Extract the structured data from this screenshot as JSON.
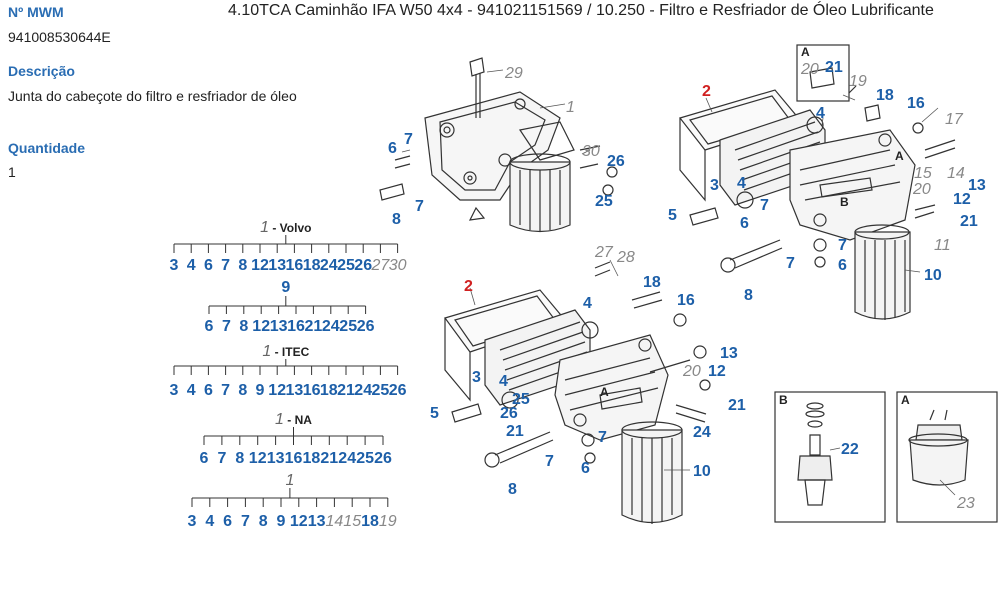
{
  "header": {
    "title": "4.10TCA Caminhão IFA W50 4x4 - 941021151569  /  10.250 - Filtro e Resfriador de Óleo Lubrificante"
  },
  "info": {
    "mwm_label": "Nº MWM",
    "mwm_value": "941008530644E",
    "desc_label": "Descrição",
    "desc_value": "Junta do cabeçote do filtro e resfriador de óleo",
    "qty_label": "Quantidade",
    "qty_value": "1"
  },
  "trees": [
    {
      "num": "1",
      "name": "Volvo",
      "sep": " - ",
      "children": [
        "3",
        "4",
        "6",
        "7",
        "8",
        "12",
        "13",
        "16",
        "18",
        "24",
        "25",
        "26",
        "27",
        "30"
      ],
      "grey": [
        "27",
        "30"
      ],
      "sub": {
        "num": "9",
        "children": [
          "6",
          "7",
          "8",
          "12",
          "13",
          "16",
          "21",
          "24",
          "25",
          "26"
        ]
      }
    },
    {
      "num": "1",
      "name": "ITEC",
      "sep": " - ",
      "children": [
        "3",
        "4",
        "6",
        "7",
        "8",
        "9",
        "12",
        "13",
        "16",
        "18",
        "21",
        "24",
        "25",
        "26"
      ],
      "grey": []
    },
    {
      "num": "1",
      "name": "NA",
      "sep": " - ",
      "children": [
        "6",
        "7",
        "8",
        "12",
        "13",
        "16",
        "18",
        "21",
        "24",
        "25",
        "26"
      ],
      "grey": []
    },
    {
      "num": "1",
      "name": "",
      "sep": "",
      "children": [
        "3",
        "4",
        "6",
        "7",
        "8",
        "9",
        "12",
        "13",
        "14",
        "15",
        "18",
        "19"
      ],
      "grey": [
        "14",
        "15",
        "19"
      ]
    }
  ],
  "callouts": {
    "a1": "29",
    "a2": "1",
    "a3": "6",
    "a4": "7",
    "a5": "8",
    "a6": "7",
    "a7": "30",
    "a8": "26",
    "a9": "25",
    "b1": "2",
    "b2": "3",
    "b3": "4",
    "b4": "5",
    "b5": "6",
    "b6": "7",
    "b7": "8",
    "b8": "7",
    "b9": "18",
    "b10": "16",
    "b11": "17",
    "b12": "19",
    "b13": "4",
    "b14": "15",
    "b15": "20",
    "b16": "14",
    "b17": "13",
    "b18": "12",
    "b19": "21",
    "b20": "11",
    "b21": "10",
    "b22": "7",
    "b23": "6",
    "b24": "A",
    "b25": "B",
    "b26": "20",
    "b27": "21",
    "c1": "2",
    "c2": "27",
    "c3": "28",
    "c4": "18",
    "c5": "16",
    "c6": "4",
    "c7": "3",
    "c8": "4",
    "c9": "5",
    "c10": "25",
    "c11": "26",
    "c12": "21",
    "c13": "7",
    "c14": "8",
    "c15": "7",
    "c16": "6",
    "c17": "13",
    "c18": "20",
    "c19": "12",
    "c20": "21",
    "c21": "24",
    "c22": "10",
    "c23": "A",
    "i1": "B",
    "i2": "22",
    "i3": "A",
    "i4": "23"
  },
  "colors": {
    "label_blue": "#2a6db3",
    "callout_blue": "#1d5fa8",
    "callout_red": "#d02020",
    "grey": "#888888"
  },
  "icons": [
    "oil-filter-cartridge",
    "filter-cooler-housing",
    "oil-cooler-core",
    "pressure-switch",
    "pressure-sender"
  ]
}
